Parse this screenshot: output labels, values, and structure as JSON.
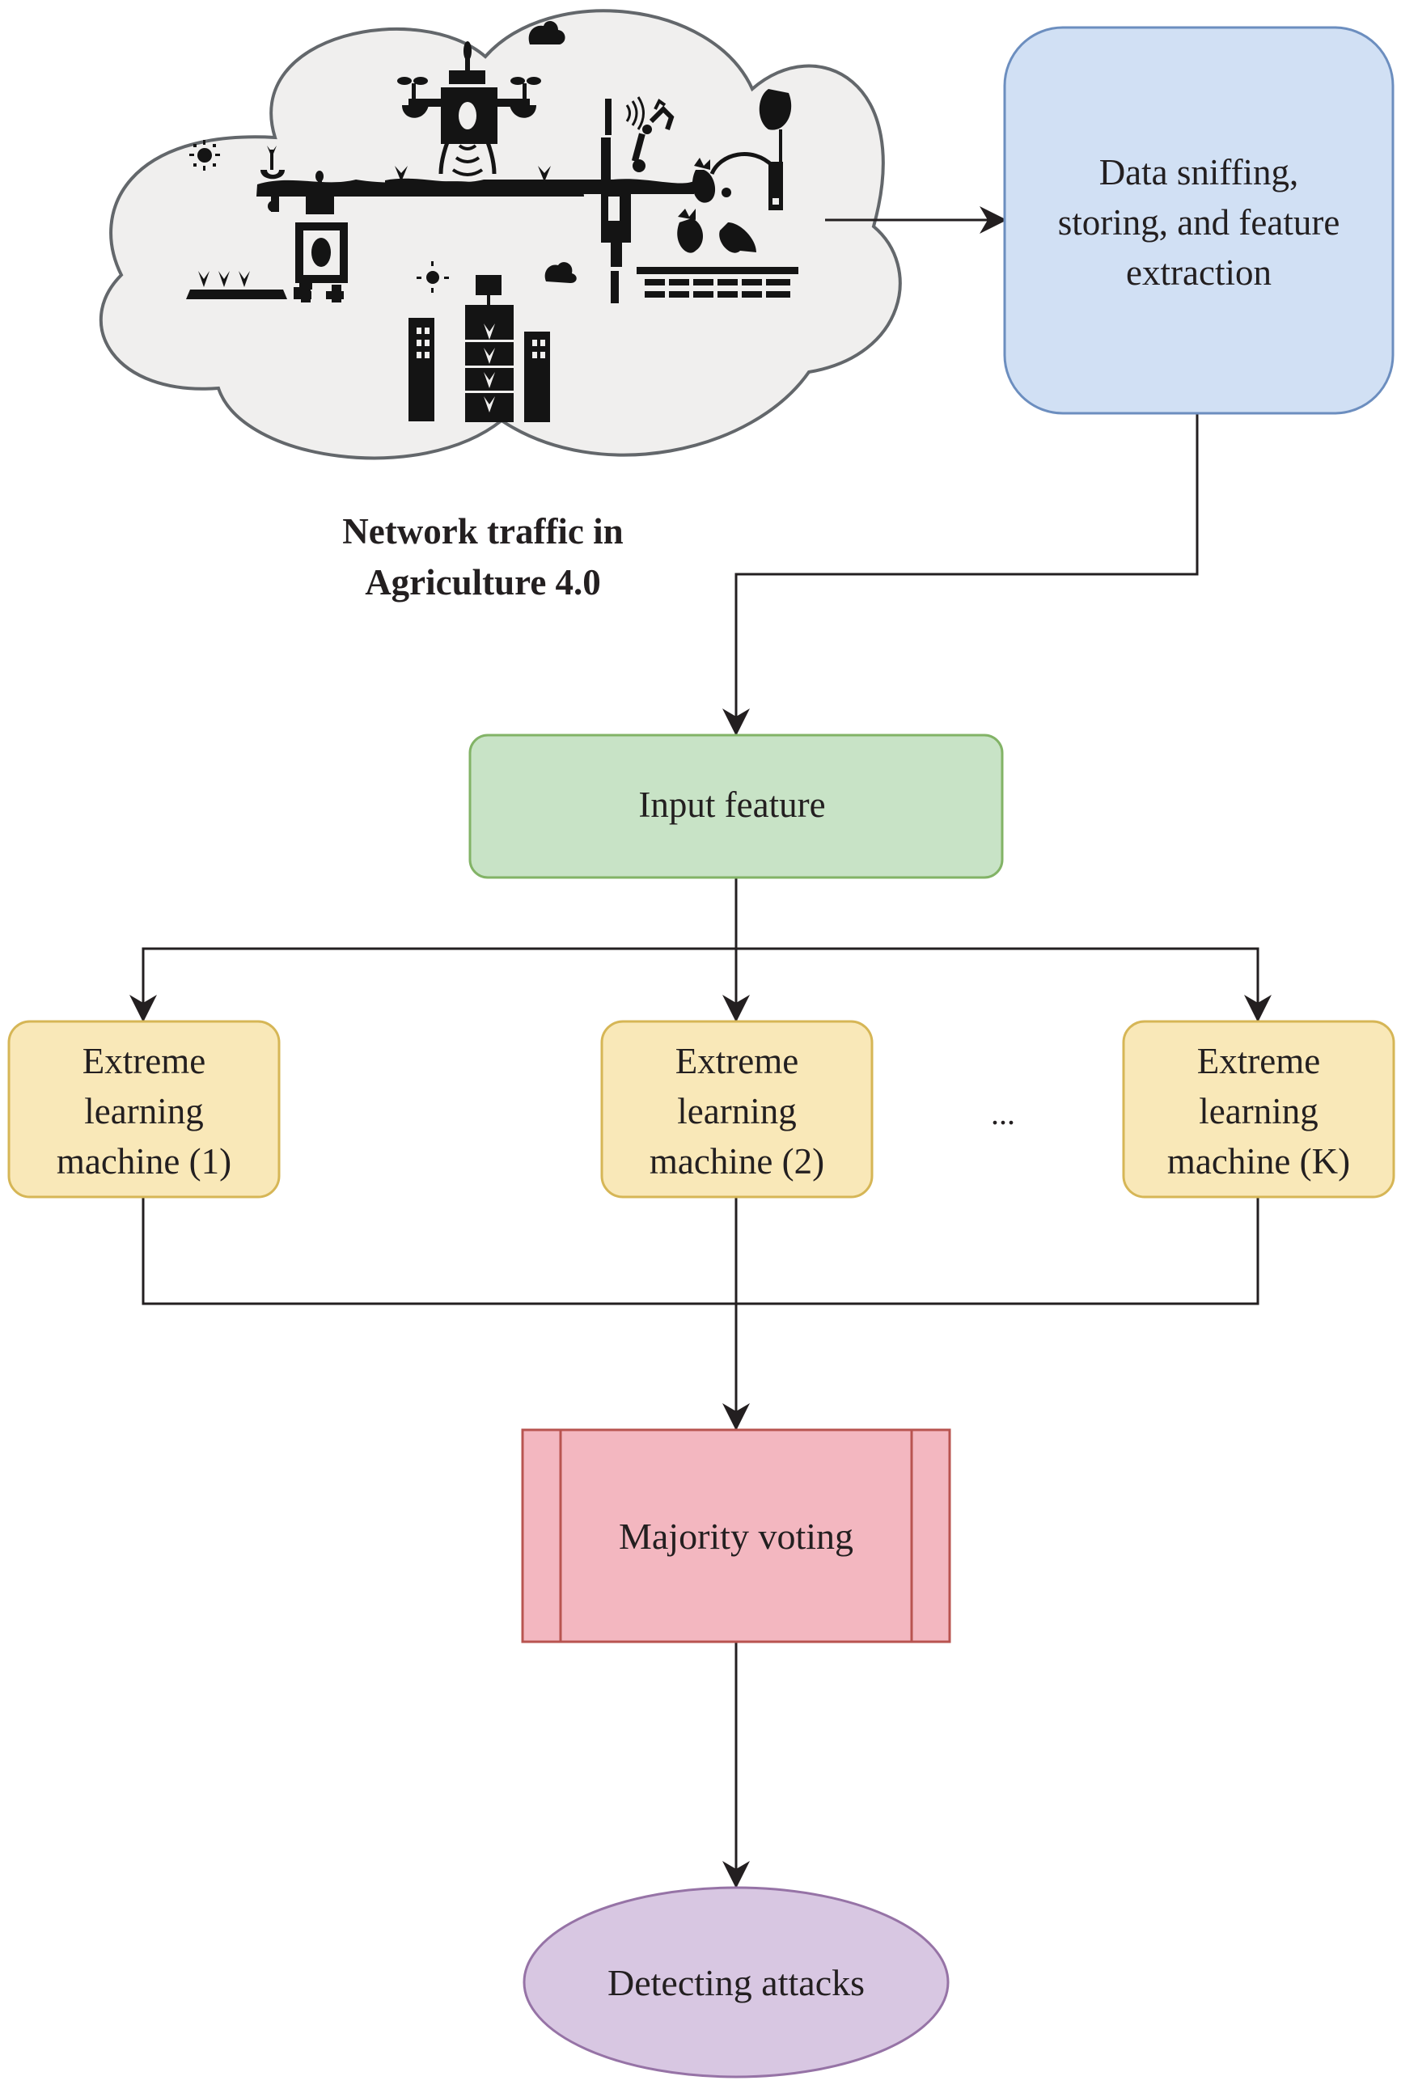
{
  "cloud": {
    "caption_lines": [
      "Network traffic in",
      "Agriculture 4.0"
    ],
    "icons": [
      "agri-robot-icon",
      "drone-icon",
      "robotic-arm-harvester-icon",
      "vertical-farm-icon",
      "sun-icon",
      "cloud-icon",
      "seedling-icon",
      "strawberry-icon"
    ]
  },
  "nodes": {
    "data_sniffing": {
      "lines": [
        "Data sniffing,",
        "storing, and feature",
        "extraction"
      ]
    },
    "input_feature": {
      "label": "Input feature"
    },
    "elm": [
      {
        "lines": [
          "Extreme",
          "learning",
          "machine (1)"
        ]
      },
      {
        "lines": [
          "Extreme",
          "learning",
          "machine (2)"
        ]
      },
      {
        "lines": [
          "Extreme",
          "learning",
          "machine (K)"
        ]
      }
    ],
    "ellipsis": "...",
    "majority_voting": {
      "label": "Majority voting"
    },
    "detecting_attacks": {
      "label": "Detecting attacks"
    }
  },
  "colors": {
    "cloud_fill": "#f0efee",
    "cloud_stroke": "#63676b",
    "blue_fill": "#d1e0f4",
    "blue_stroke": "#6c8ebf",
    "green_fill": "#c8e3c6",
    "green_stroke": "#82b366",
    "yellow_fill": "#f9e8b8",
    "yellow_stroke": "#d6b656",
    "pink_fill": "#f3b7c0",
    "pink_stroke": "#b85450",
    "purple_fill": "#d8c7e2",
    "purple_stroke": "#9673a6",
    "edge": "#231f20"
  }
}
